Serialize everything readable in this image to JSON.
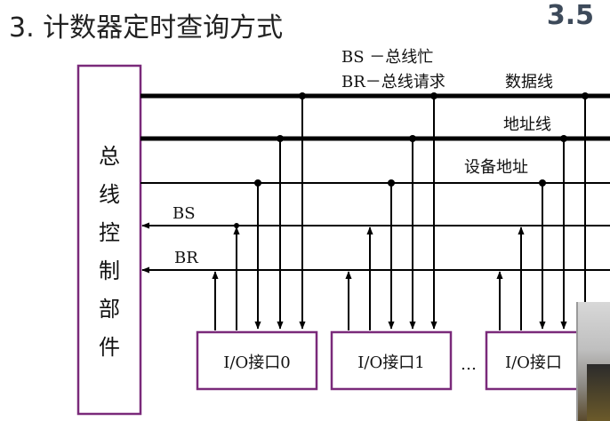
{
  "title": "3. 计数器定时查询方式",
  "badge": "3.5",
  "controller": {
    "chars": [
      "总",
      "线",
      "控",
      "制",
      "部",
      "件"
    ]
  },
  "labels": {
    "bs_legend": "BS －总线忙",
    "br_legend": "BR－总线请求",
    "data_line": "数据线",
    "address_line": "地址线",
    "device_address": "设备地址",
    "bs": "BS",
    "br": "BR"
  },
  "interfaces": [
    {
      "label": "I/O接口0"
    },
    {
      "label": "I/O接口1"
    },
    {
      "label": "I/O接口"
    }
  ],
  "ellipsis": "…",
  "colors": {
    "box_border": "#7a2a7a",
    "line": "#000000"
  }
}
